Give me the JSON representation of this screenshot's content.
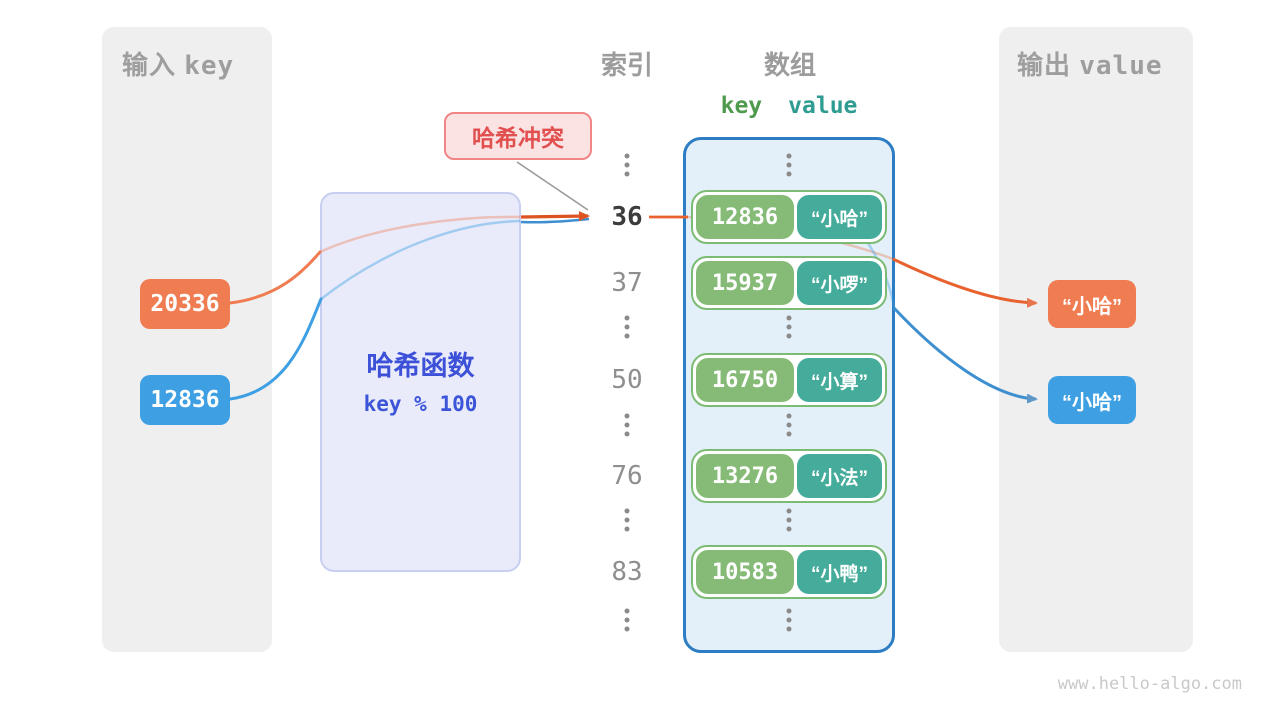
{
  "input_panel": {
    "title_zh": "输入",
    "title_en": "key",
    "items": [
      {
        "label": "20336",
        "color": "orange"
      },
      {
        "label": "12836",
        "color": "blue"
      }
    ]
  },
  "hash_box": {
    "title": "哈希函数",
    "formula": "key % 100"
  },
  "collision_badge": {
    "label": "哈希冲突"
  },
  "index_column": {
    "title": "索引",
    "items": [
      {
        "type": "dots"
      },
      {
        "type": "num",
        "value": "36",
        "highlight": true
      },
      {
        "type": "num",
        "value": "37",
        "highlight": false
      },
      {
        "type": "dots"
      },
      {
        "type": "num",
        "value": "50",
        "highlight": false
      },
      {
        "type": "dots"
      },
      {
        "type": "num",
        "value": "76",
        "highlight": false
      },
      {
        "type": "dots"
      },
      {
        "type": "num",
        "value": "83",
        "highlight": false
      },
      {
        "type": "dots"
      }
    ]
  },
  "array_panel": {
    "title": "数组",
    "key_header": "key",
    "value_header": "value",
    "rows": [
      {
        "index": "36",
        "key": "12836",
        "value": "“小哈”"
      },
      {
        "index": "37",
        "key": "15937",
        "value": "“小啰”"
      },
      {
        "index": "50",
        "key": "16750",
        "value": "“小算”"
      },
      {
        "index": "76",
        "key": "13276",
        "value": "“小法”"
      },
      {
        "index": "83",
        "key": "10583",
        "value": "“小鸭”"
      }
    ]
  },
  "output_panel": {
    "title_zh": "输出",
    "title_en": "value",
    "items": [
      {
        "label": "“小哈”",
        "color": "orange"
      },
      {
        "label": "“小哈”",
        "color": "blue"
      }
    ]
  },
  "footer": {
    "url": "www.hello-algo.com"
  },
  "colors": {
    "orange": "#f07c52",
    "blue": "#3f9fe3",
    "key_green": "#85bb76",
    "value_teal": "#45ac9c",
    "array_border": "#2c7dc3",
    "hash_text": "#3c50d8",
    "collision_red": "#e14f4f",
    "panel_gray": "#efefef"
  }
}
